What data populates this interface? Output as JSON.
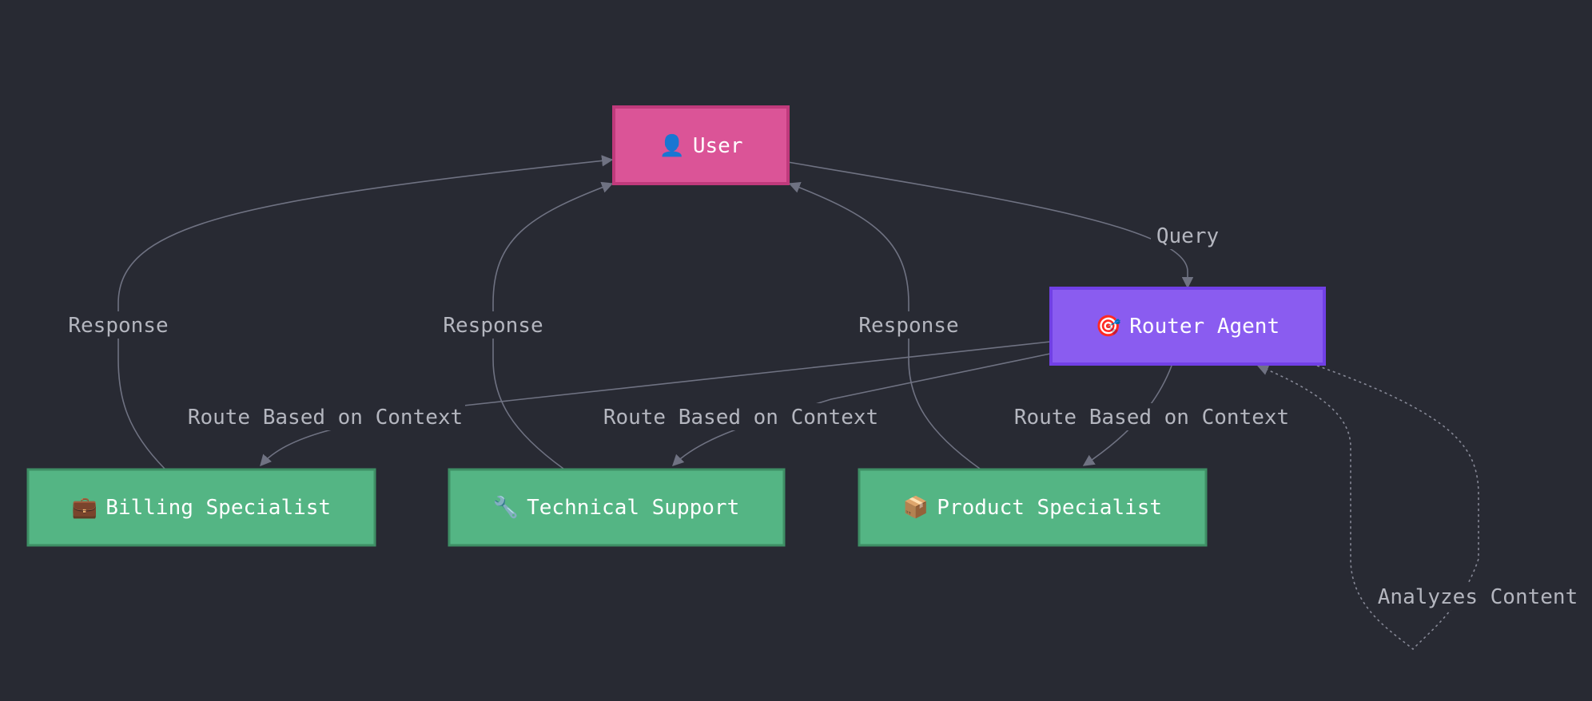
{
  "colors": {
    "background": "#282a33",
    "user_fill": "#db5497",
    "user_stroke": "#c03a7c",
    "router_fill": "#8a5cf0",
    "router_stroke": "#7140e6",
    "specialist_fill": "#54b584",
    "specialist_stroke": "#3e8f65",
    "edge": "#6f7282",
    "edge_label": "#b4b6bf"
  },
  "nodes": {
    "user": {
      "icon": "👤",
      "label": "User",
      "icon_name": "user-icon"
    },
    "router": {
      "icon": "🎯",
      "label": "Router Agent",
      "icon_name": "target-icon"
    },
    "billing": {
      "icon": "💼",
      "label": "Billing Specialist",
      "icon_name": "briefcase-icon"
    },
    "technical": {
      "icon": "🔧",
      "label": "Technical Support",
      "icon_name": "wrench-icon"
    },
    "product": {
      "icon": "📦",
      "label": "Product Specialist",
      "icon_name": "package-icon"
    }
  },
  "edges": {
    "query": "Query",
    "route_billing": "Route Based on Context",
    "route_technical": "Route Based on Context",
    "route_product": "Route Based on Context",
    "response_billing": "Response",
    "response_technical": "Response",
    "response_product": "Response",
    "analyzes": "Analyzes Content"
  }
}
